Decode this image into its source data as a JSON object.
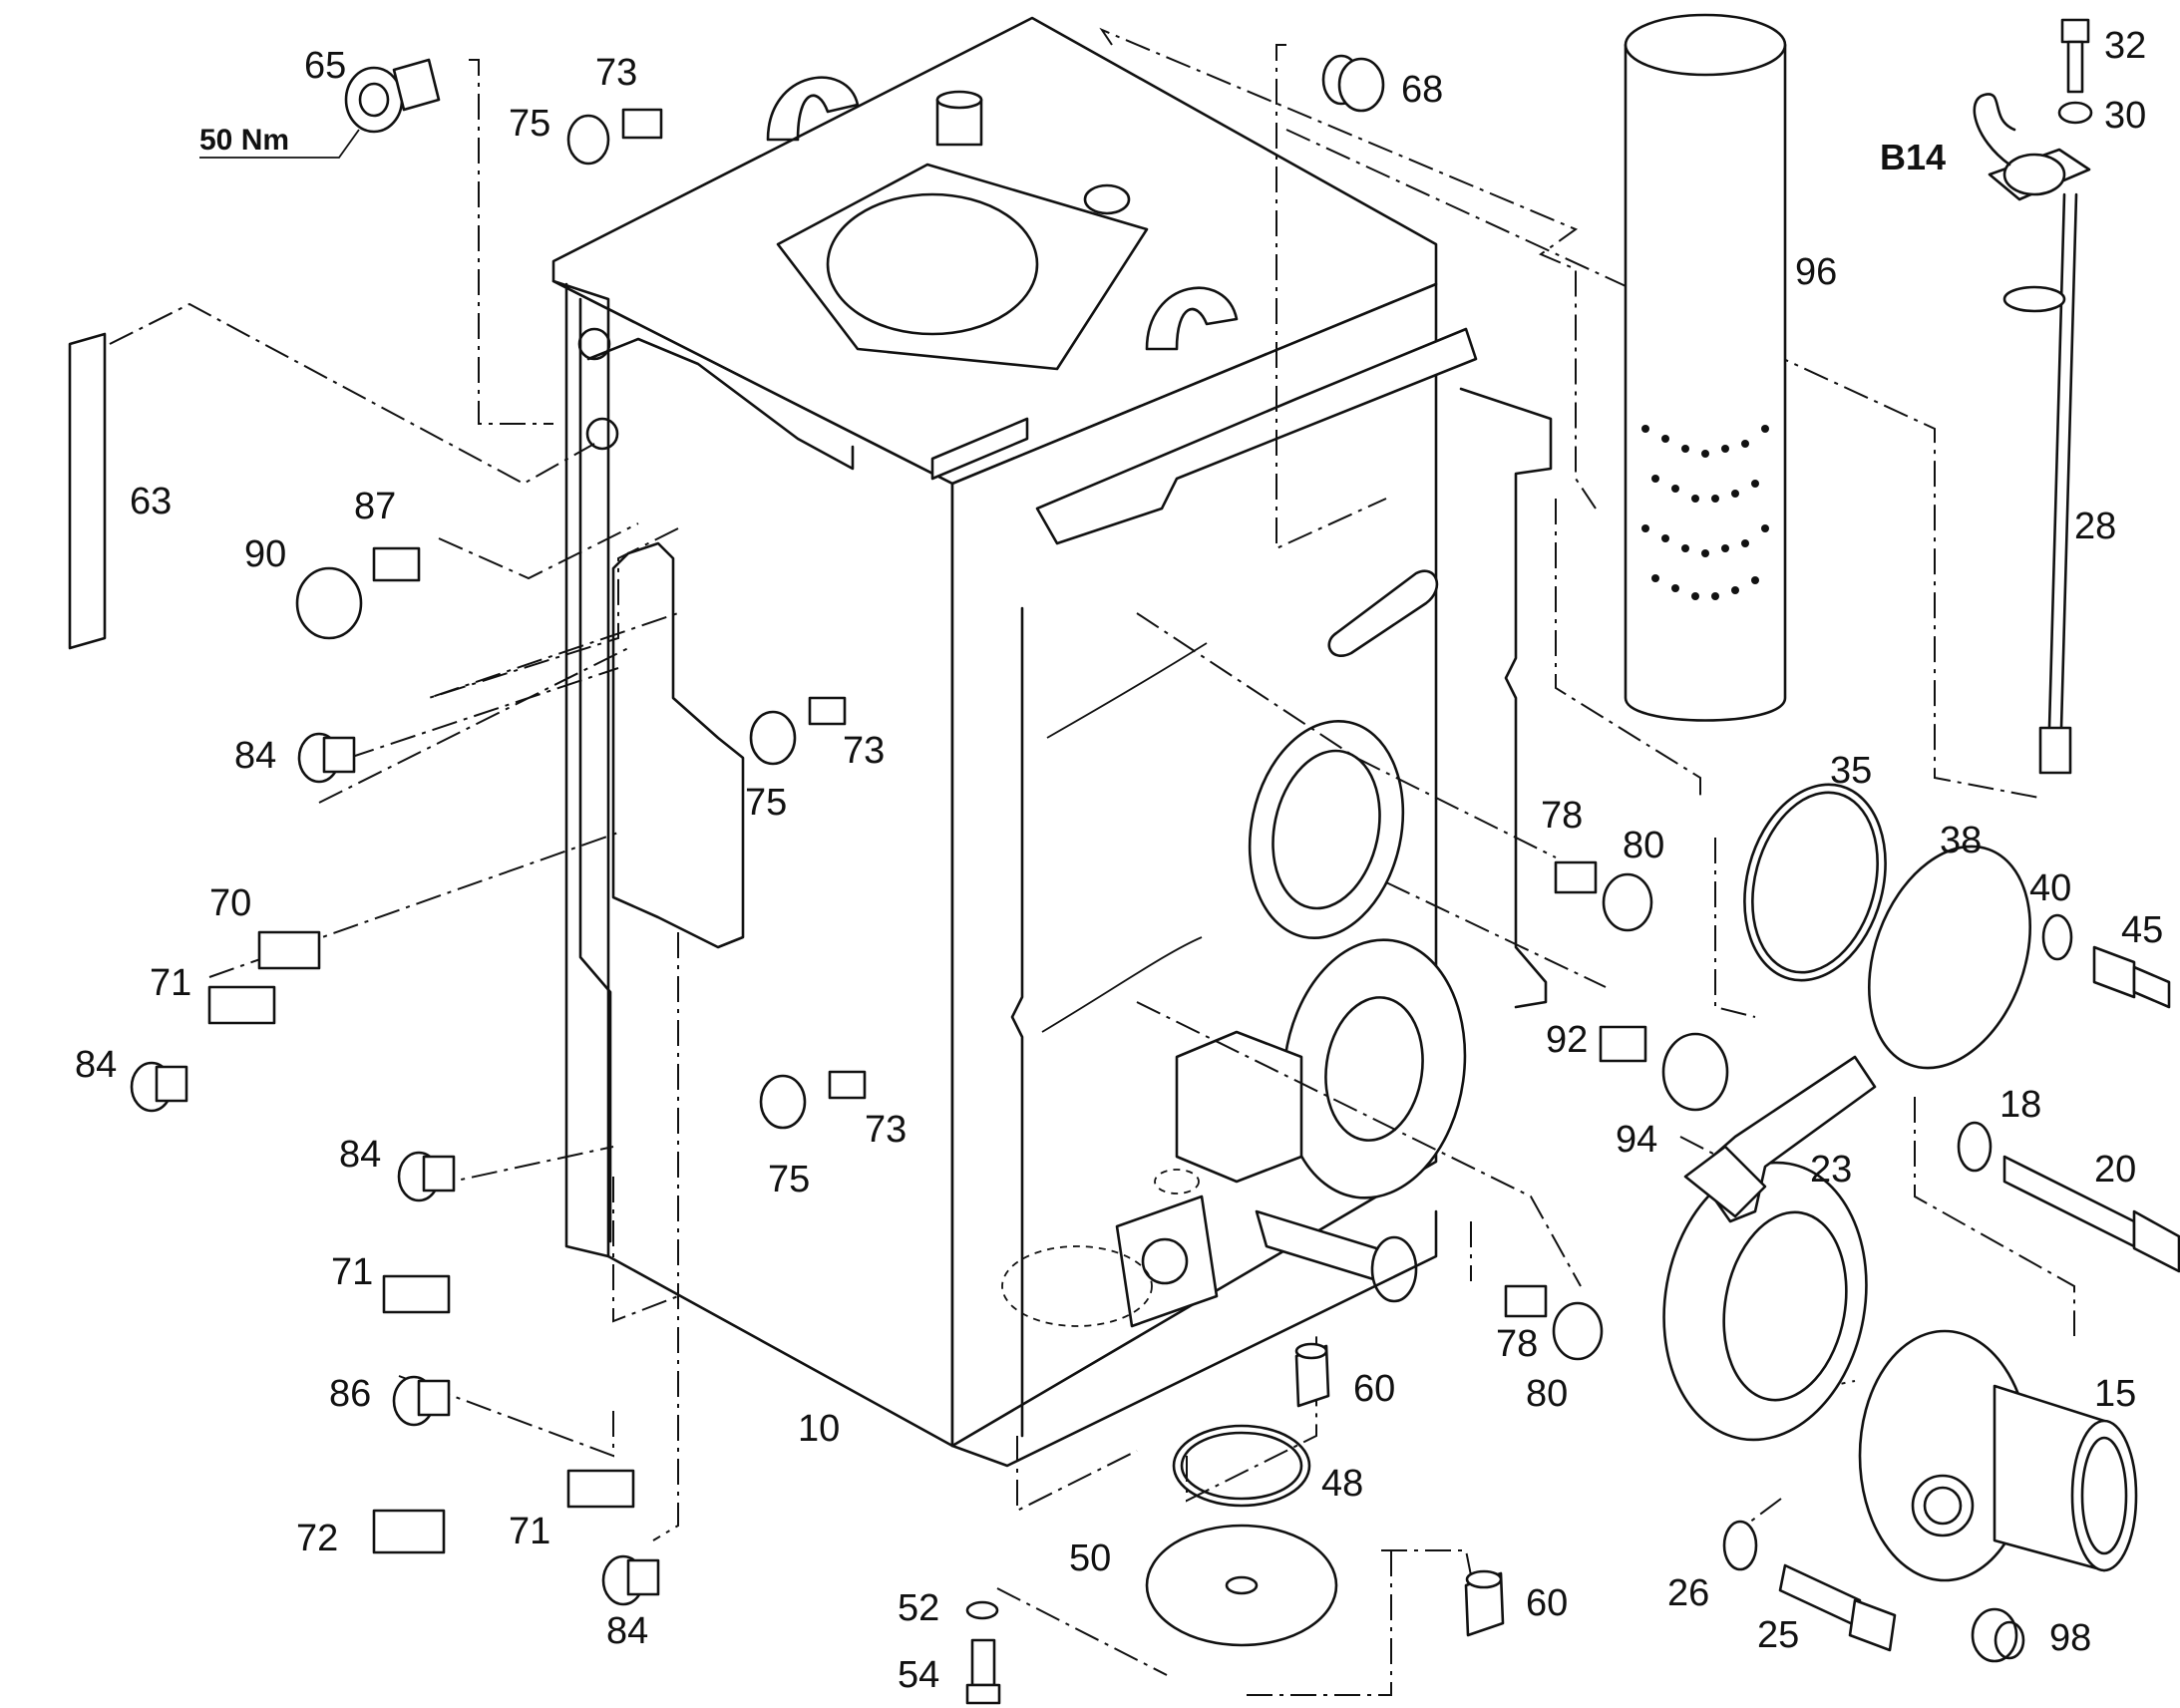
{
  "labels": {
    "l10": "10",
    "l15": "15",
    "l18": "18",
    "l20": "20",
    "l23": "23",
    "l25": "25",
    "l26": "26",
    "l28": "28",
    "l30": "30",
    "l32": "32",
    "l35": "35",
    "l38": "38",
    "l40": "40",
    "l45": "45",
    "l48": "48",
    "l50": "50",
    "l52": "52",
    "l54": "54",
    "l60a": "60",
    "l60b": "60",
    "l63": "63",
    "l65": "65",
    "l68": "68",
    "l70": "70",
    "l71a": "71",
    "l71b": "71",
    "l71c": "71",
    "l72": "72",
    "l73a": "73",
    "l73b": "73",
    "l73c": "73",
    "l75a": "75",
    "l75b": "75",
    "l75c": "75",
    "l78a": "78",
    "l78b": "78",
    "l80a": "80",
    "l80b": "80",
    "l84a": "84",
    "l84b": "84",
    "l84c": "84",
    "l84d": "84",
    "l86": "86",
    "l87": "87",
    "l90": "90",
    "l92": "92",
    "l94": "94",
    "l96": "96",
    "l98": "98",
    "b14": "B14",
    "torque": "50 Nm"
  }
}
